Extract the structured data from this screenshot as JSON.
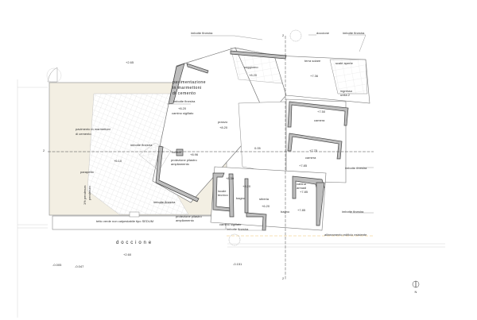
{
  "colors": {
    "terrace": "#f3efe3",
    "wall": "#bdbdbd",
    "alignment_line": "#f0c36a",
    "axis": "#333333"
  },
  "labels": {
    "imbotte_top": "imbotte finestra",
    "doccione_top": "doccione",
    "imbotte_top_right": "imbotte finestra",
    "soggiorno": "soggiorno",
    "soggiorno_lvl": "+8.20",
    "terra_solare": "terra solare",
    "terra_solare_lvl": "+7.36",
    "scale_aperte": "scale aperte",
    "ingresso1": "ingresso",
    "ingresso2": "unità 2",
    "lvl_265": "+2.65",
    "pav1": "pavimentazione",
    "pav2": "in marmettoni",
    "pav3": "di cemento",
    "imbotte_pranzo": "imbotte finestra",
    "lvl_camino": "+8.20",
    "camino_sigillato": "camino sigillato",
    "pranzo": "pranzo",
    "pranzo_lvl": "+8.20",
    "camera1_lvl": "+7.50",
    "camera1": "camera",
    "pavimento1": "pavimento in marmettoni",
    "pavimento2": "di cemento",
    "imbotte_cucina": "imbotte finestra",
    "cucina": "cucina",
    "cucina_lvl": "+8.96",
    "prot1a": "protezione pilastro",
    "prot1b": "ampliamento",
    "terrace_lvl": "+6.10",
    "parapetto": "parapetto",
    "lvl_005": "0.05",
    "camera2_lvl": "+7.75",
    "camera2": "camera",
    "camera2_lvl2": "+7.85",
    "imbotte_camera": "imbotte finestra",
    "locale_lvl": "+8.30",
    "bagno1_lvl": "+8.20",
    "locale1": "locale",
    "locale2": "tecnico",
    "bagno1": "bagno",
    "stireria": "stireria",
    "stireria_lvl": "+6.20",
    "cabina1": "cabina",
    "cabina2": "armadi",
    "cabina_lvl": "+7.85",
    "bagno2": "bagno",
    "bagno2_lvl": "+7.85",
    "imbotte_bagno": "imbotte finestra",
    "pendenza1": "1% pendenza",
    "pendenza2": "pendenza",
    "imbotte_terrace": "imbotte finestra",
    "tetto_verde": "tetto verde non calpestabile tipo SEDUM",
    "prot2a": "protezione pilastro",
    "prot2b": "ampliamento",
    "camino2": "camino sigillato",
    "imbotte_bottom": "imbotte finestra",
    "allineamento": "allineamento edificio esistente",
    "doccione_bottom": "d o c c i o n e",
    "lvl_260": "+2.60",
    "lvl_m0005": "-0.005",
    "lvl_m0047": "-0.047",
    "lvl_m0151": "-0.151",
    "section_mark": "2",
    "north": "N"
  }
}
